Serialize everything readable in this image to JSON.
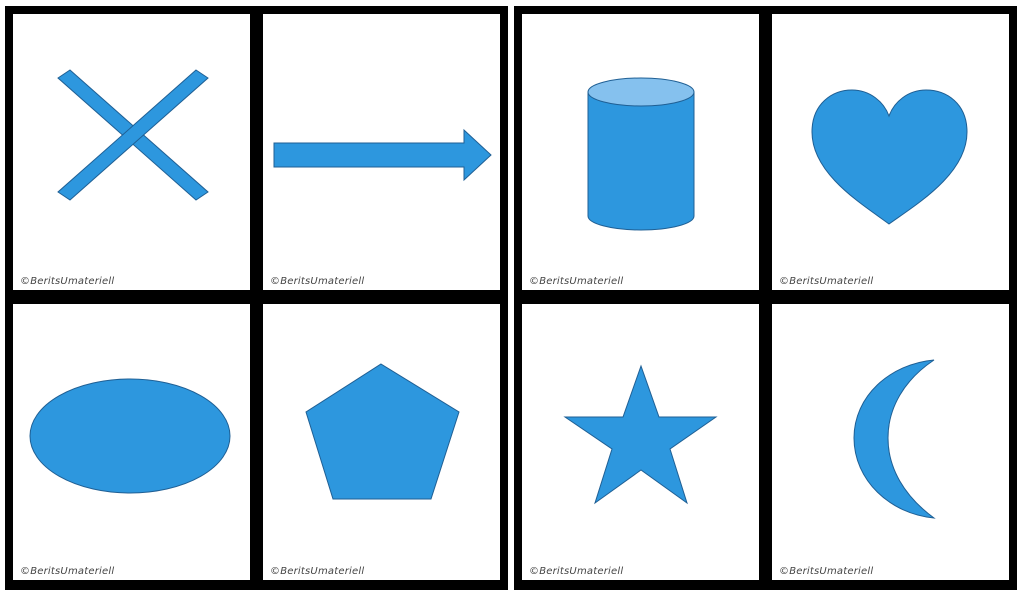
{
  "credit_text": "©BeritsUmateriell",
  "shape_fill": "#2D97DE",
  "cylinder_top_fill": "#85C1EE",
  "shape_stroke": "#1F5F94",
  "cards": [
    {
      "shape": "cross",
      "credit": "©BeritsUmateriell"
    },
    {
      "shape": "arrow",
      "credit": "©BeritsUmateriell"
    },
    {
      "shape": "cylinder",
      "credit": "©BeritsUmateriell"
    },
    {
      "shape": "heart",
      "credit": "©BeritsUmateriell"
    },
    {
      "shape": "oval",
      "credit": "©BeritsUmateriell"
    },
    {
      "shape": "pentagon",
      "credit": "©BeritsUmateriell"
    },
    {
      "shape": "star",
      "credit": "©BeritsUmateriell"
    },
    {
      "shape": "crescent",
      "credit": "©BeritsUmateriell"
    }
  ]
}
